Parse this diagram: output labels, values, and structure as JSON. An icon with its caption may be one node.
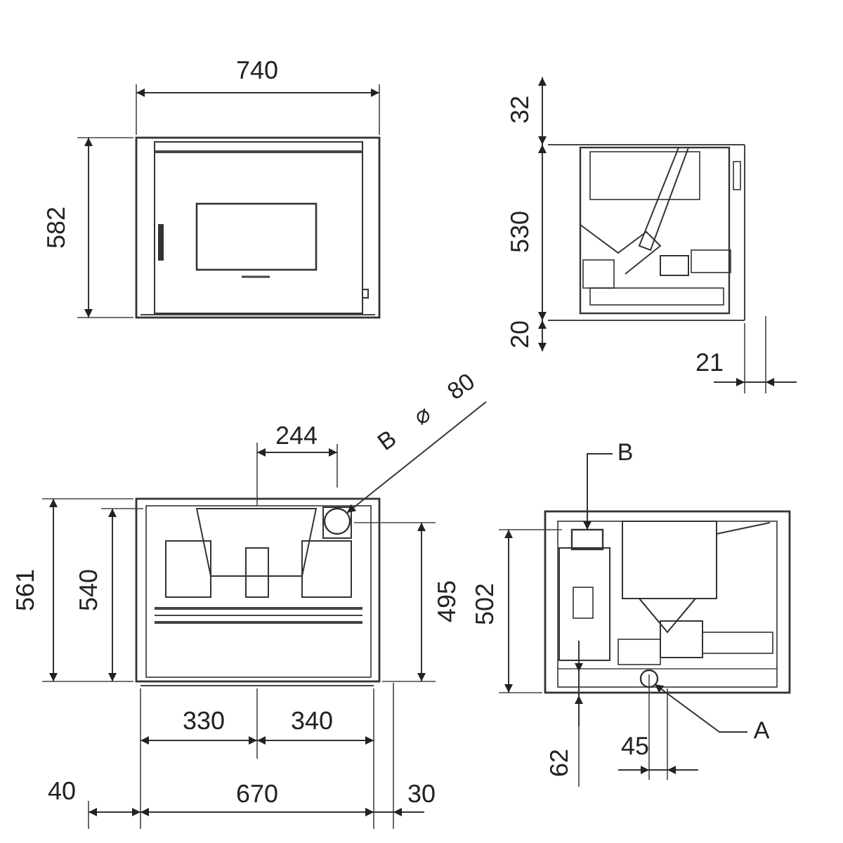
{
  "diagram": {
    "nodes": [
      {
        "text": [
          "B",
          "⌀",
          "80"
        ]
      },
      {
        "text": [],
        "shape": "circle"
      },
      {
        "text": [
          "B"
        ]
      },
      {
        "text": [],
        "shape": "box"
      },
      {
        "text": [
          "A"
        ]
      },
      {
        "text": [],
        "shape": "circle"
      }
    ],
    "edges": [
      {
        "from": 0,
        "to": 1,
        "arrow": "to"
      },
      {
        "from": 2,
        "to": 3,
        "arrow": "to"
      },
      {
        "from": 4,
        "to": 5,
        "arrow": "to"
      }
    ],
    "labels": [
      "740",
      "32",
      "582",
      "530",
      "20",
      "21",
      "244",
      "561",
      "540",
      "495",
      "502",
      "330",
      "340",
      "62",
      "45",
      "40",
      "670",
      "30"
    ]
  }
}
